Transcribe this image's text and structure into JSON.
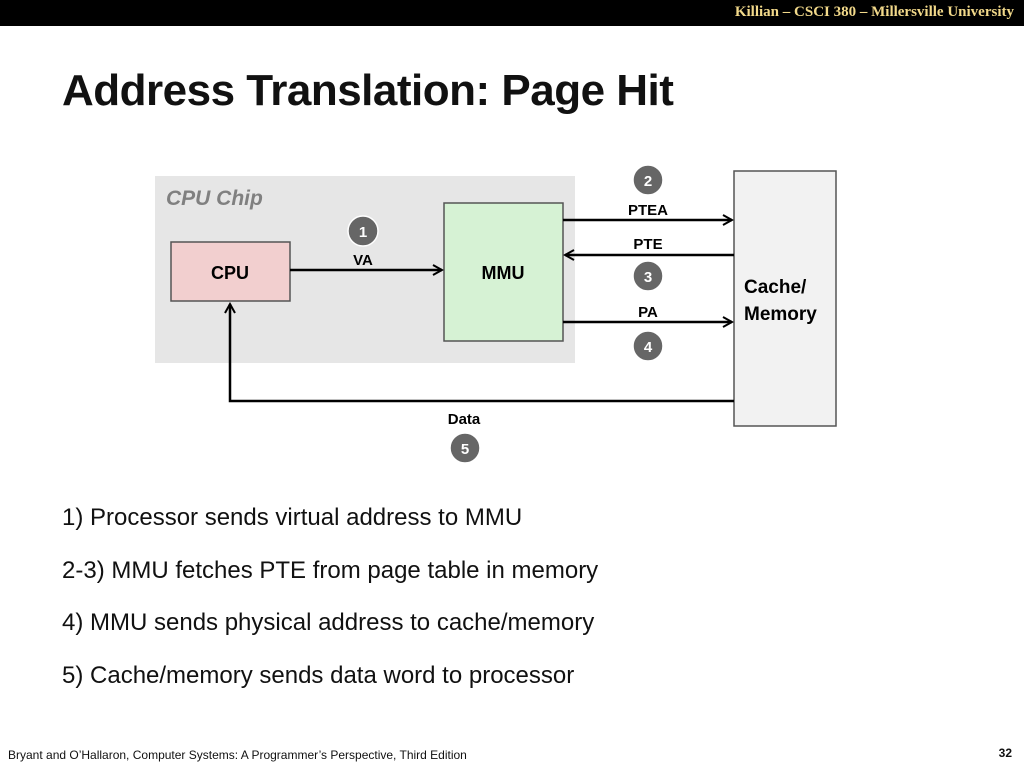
{
  "header": {
    "text": "Killian – CSCI 380 – Millersville University"
  },
  "title": "Address Translation: Page Hit",
  "diagram": {
    "chip_label": "CPU Chip",
    "cpu_label": "CPU",
    "mmu_label": "MMU",
    "memory_label_line1": "Cache/",
    "memory_label_line2": "Memory",
    "arrows": {
      "va": "VA",
      "ptea": "PTEA",
      "pte": "PTE",
      "pa": "PA",
      "data": "Data"
    },
    "step_badges": {
      "one": "1",
      "two": "2",
      "three": "3",
      "four": "4",
      "five": "5"
    }
  },
  "steps": [
    "1) Processor sends virtual address to MMU",
    "2-3) MMU fetches PTE from page table in memory",
    "4) MMU sends physical address to cache/memory",
    "5) Cache/memory sends data word to processor"
  ],
  "footer": {
    "credit": "Bryant and O’Hallaron, Computer Systems: A Programmer’s Perspective, Third Edition",
    "page_number": "32"
  },
  "colors": {
    "chip_bg": "#e6e6e6",
    "cpu_fill": "#f2cfcf",
    "mmu_fill": "#d6f2d4",
    "memory_fill": "#f2f2f2",
    "badge_fill": "#666666",
    "header_text": "#f2d98a"
  }
}
